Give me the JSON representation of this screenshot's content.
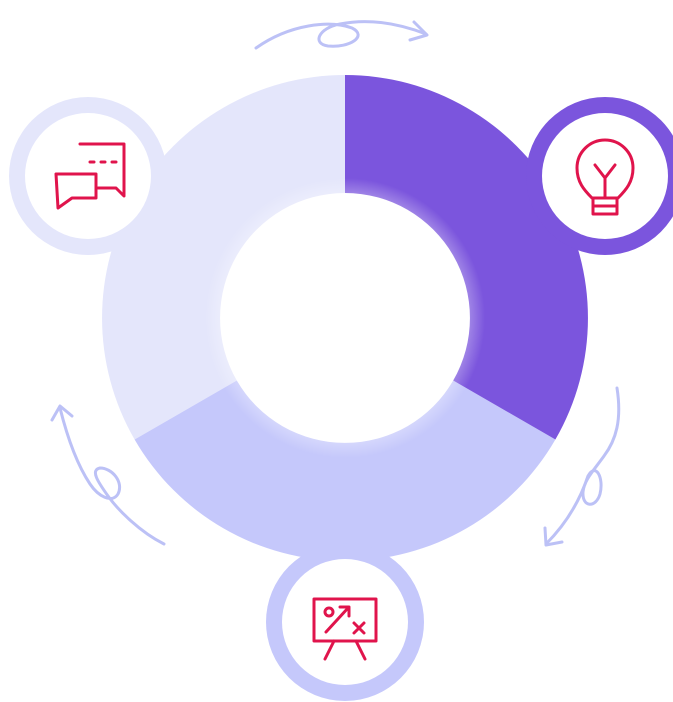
{
  "diagram": {
    "type": "three-segment cycle ring",
    "segments": [
      {
        "name": "ideas-segment",
        "color": "#7b55dd"
      },
      {
        "name": "strategy-segment",
        "color": "#c5c8fb"
      },
      {
        "name": "discussion-segment",
        "color": "#e4e6fb"
      }
    ],
    "nodes": [
      {
        "name": "lightbulb-node",
        "icon": "lightbulb-icon",
        "ring_color": "#7b55dd"
      },
      {
        "name": "presentation-node",
        "icon": "presentation-board-icon",
        "ring_color": "#c5c8fb"
      },
      {
        "name": "chat-node",
        "icon": "chat-bubbles-icon",
        "ring_color": "#e4e6fb"
      }
    ],
    "arrows": [
      "curly-arrow-icon",
      "curly-arrow-icon",
      "curly-arrow-icon"
    ],
    "icon_color": "#e0144c",
    "arrow_color": "#bcc1f6"
  }
}
